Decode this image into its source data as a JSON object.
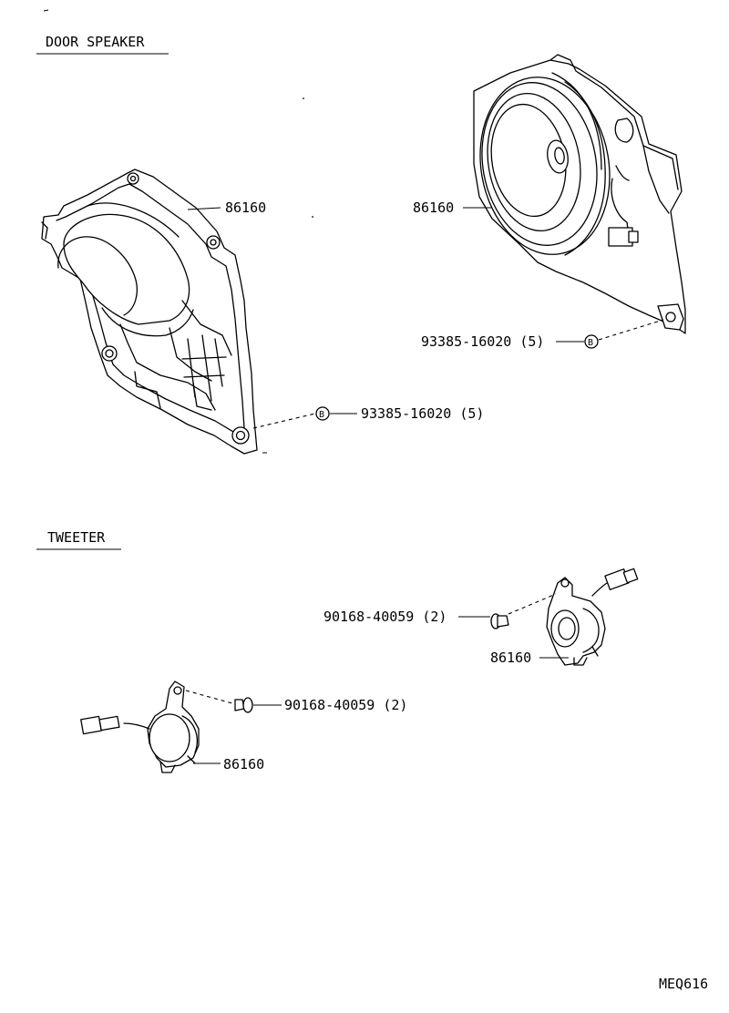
{
  "sections": {
    "door_speaker_title": "DOOR SPEAKER",
    "tweeter_title": "TWEETER"
  },
  "callouts": {
    "left_speaker_part": "86160",
    "left_speaker_screw": "93385-16020 (5)",
    "right_speaker_part": "86160",
    "right_speaker_screw": "93385-16020 (5)",
    "right_tweeter_screw": "90168-40059 (2)",
    "right_tweeter_part": "86160",
    "left_tweeter_screw": "90168-40059 (2)",
    "left_tweeter_part": "86160",
    "marker_b": "B"
  },
  "footer": {
    "drawing_code": "MEQ616"
  }
}
